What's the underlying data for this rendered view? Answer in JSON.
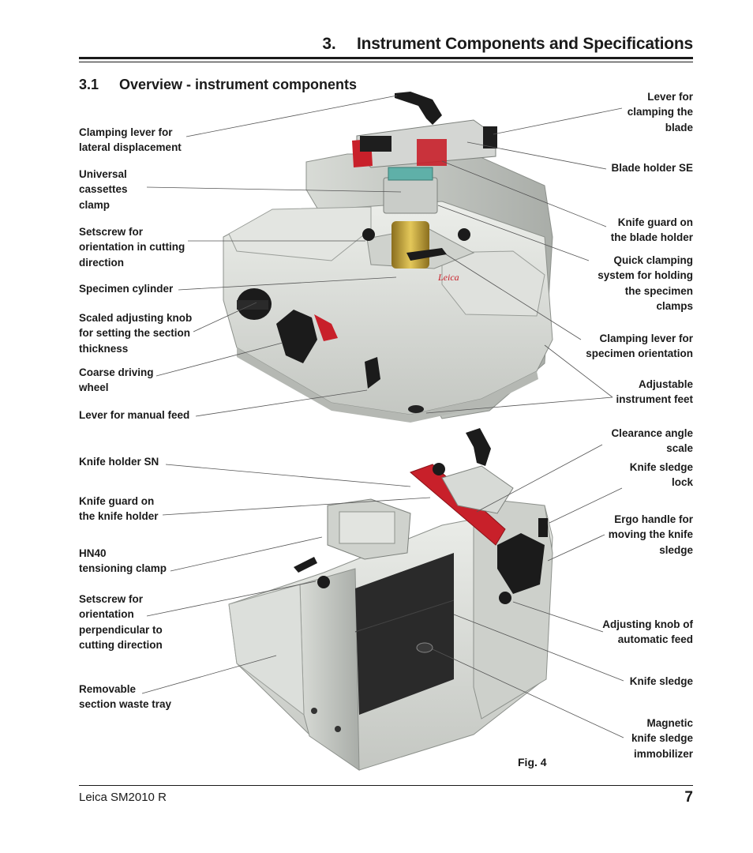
{
  "header": {
    "chapter_title": "3.  Instrument Components and Specifications",
    "section_number": "3.1",
    "section_title": "Overview - instrument components"
  },
  "labels_top_left": [
    "Clamping lever for\nlateral displacement",
    "Universal\ncassettes\nclamp",
    "Setscrew for\norientation in cutting\ndirection",
    "Specimen cylinder",
    "Scaled adjusting knob\nfor setting the section\nthickness",
    "Coarse driving\nwheel",
    "Lever for manual feed"
  ],
  "labels_top_right": [
    "Lever for\nclamping the\nblade",
    "Blade holder SE",
    "Knife guard on\nthe blade holder",
    "Quick clamping\nsystem for holding\nthe specimen\nclamps",
    "Clamping lever for\nspecimen orientation",
    "Adjustable\ninstrument feet"
  ],
  "labels_bottom_left": [
    "Knife holder SN",
    "Knife guard on\nthe knife holder",
    "HN40\ntensioning clamp",
    "Setscrew for\norientation\nperpendicular to\ncutting direction",
    "Removable\nsection waste tray"
  ],
  "labels_bottom_right": [
    "Clearance angle\nscale",
    "Knife sledge\nlock",
    "Ergo handle for\nmoving the knife\nsledge",
    "Adjusting knob of\nautomatic feed",
    "Knife sledge",
    "Magnetic\nknife sledge\nimmobilizer"
  ],
  "figure_caption": "Fig. 4",
  "footer": {
    "product": "Leica SM2010 R",
    "page_number": "7"
  },
  "colors": {
    "instrument_body": "#d9dcd8",
    "knife_holder_red": "#c8202a",
    "knob_black": "#1b1b1b",
    "cylinder_yellow": "#c9a93a"
  }
}
